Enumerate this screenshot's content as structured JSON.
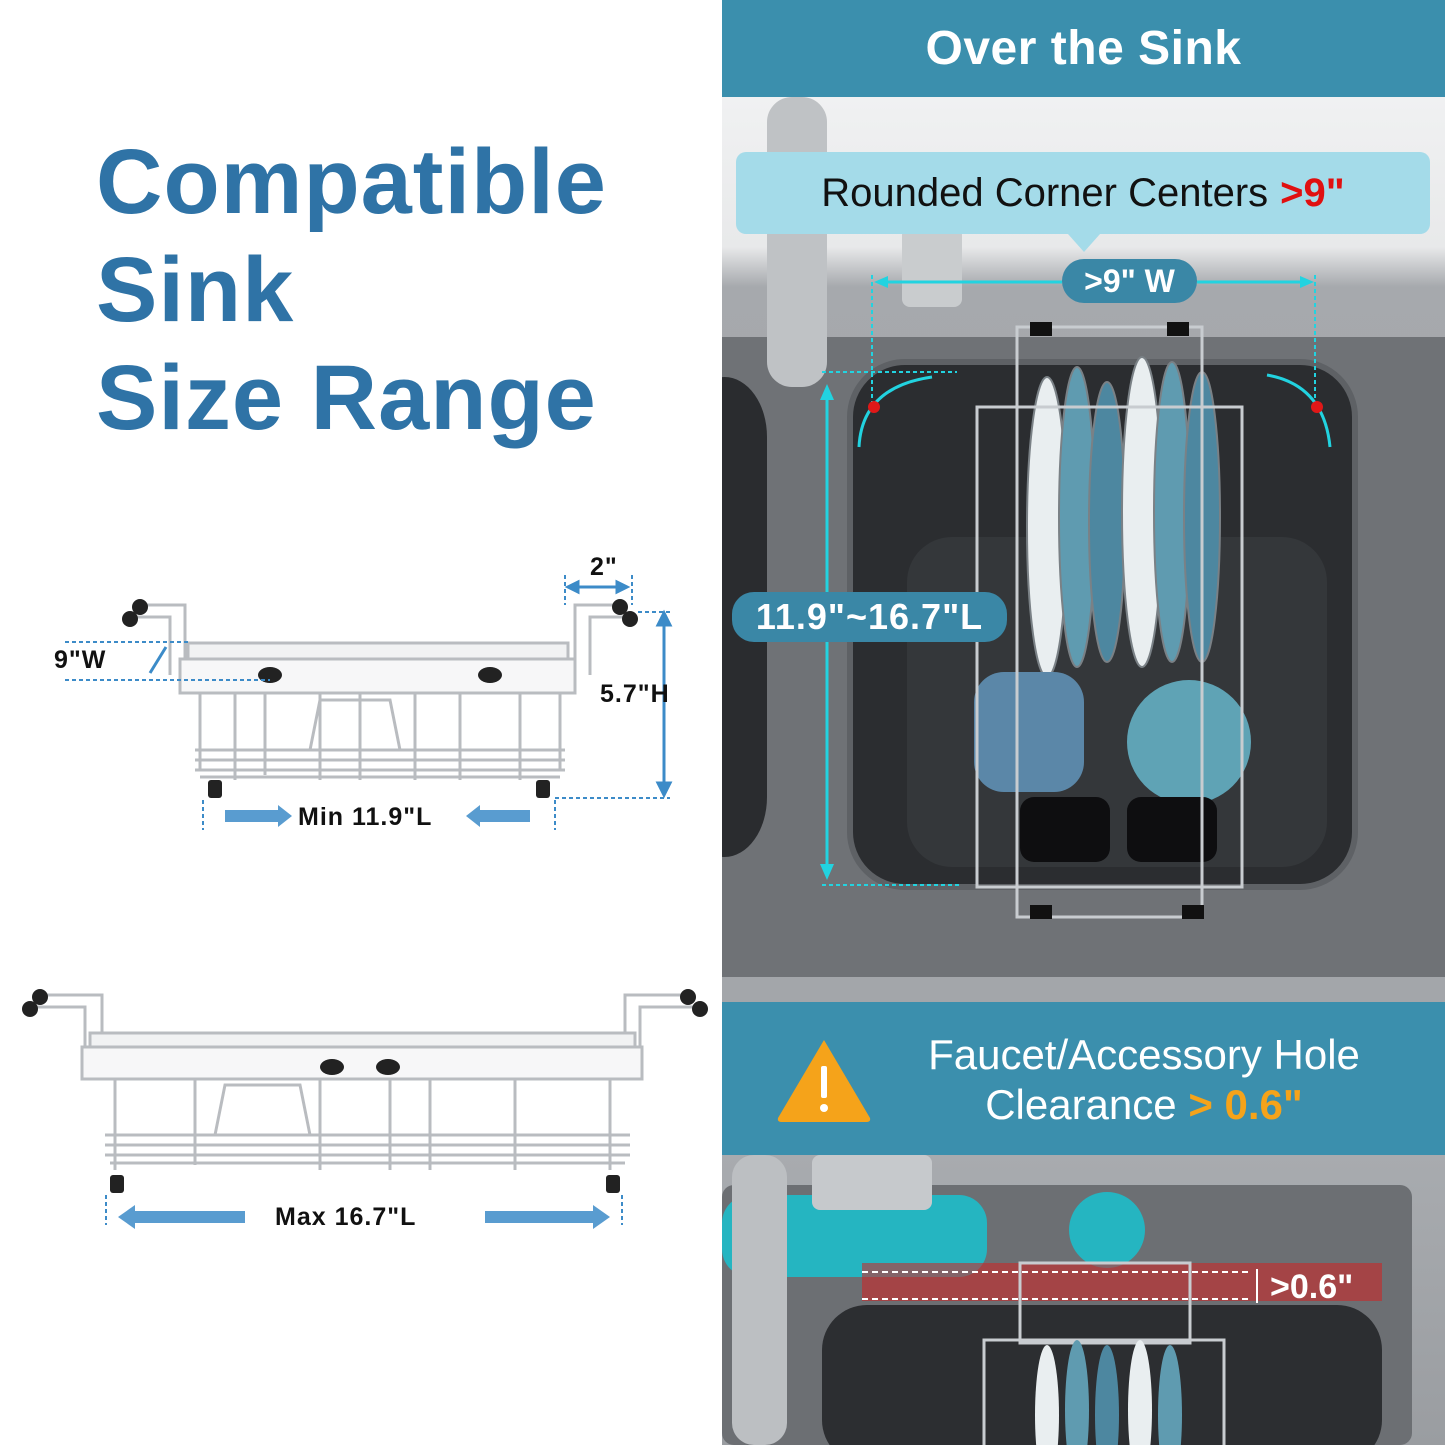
{
  "headline": {
    "lines": [
      "Compatible",
      "Sink",
      "Size Range"
    ],
    "color": "#2f73a6"
  },
  "rack_min": {
    "width_label": "9\"W",
    "hook_label": "2\"",
    "height_label": "5.7\"H",
    "length_label": "Min 11.9\"L"
  },
  "rack_max": {
    "length_label": "Max 16.7\"L"
  },
  "over_sink": {
    "title": "Over the Sink",
    "callout_text": "Rounded Corner Centers",
    "callout_value": ">9\"",
    "width_pill": ">9\" W",
    "length_pill": "11.9\"~16.7\"L",
    "banner_color": "#3b8fad",
    "callout_color": "#a4dbe9",
    "highlight_red": "#e01010",
    "dimension_line_color": "#22d3e0"
  },
  "clearance": {
    "icon": "warning-triangle-icon",
    "line1": "Faucet/Accessory Hole",
    "line2": "Clearance",
    "value": "> 0.6\"",
    "gap_label": ">0.6\"",
    "accent_orange": "#f5a31a"
  }
}
